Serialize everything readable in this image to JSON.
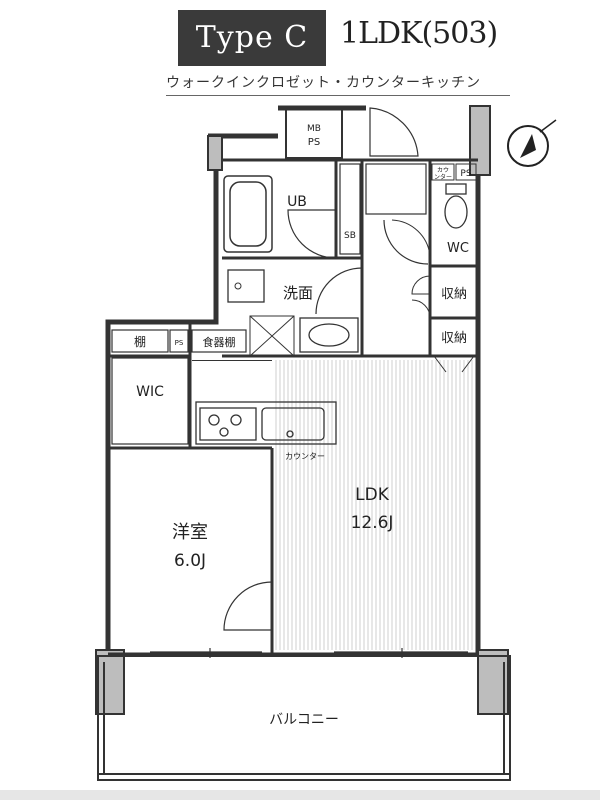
{
  "header": {
    "type_label": "Type C",
    "unit_label": "1LDK(503)",
    "subtitle": "ウォークインクロゼット・カウンターキッチン"
  },
  "rooms": {
    "mbps": [
      "MB",
      "PS"
    ],
    "ub": "UB",
    "sb": "SB",
    "wc": "WC",
    "counter_small": [
      "カウ",
      "ンター"
    ],
    "ps_top": "PS",
    "washroom": "洗面",
    "storage1": "収納",
    "storage2": "収納",
    "shelf": "棚",
    "ps_small": "PS",
    "dish_shelf": "食器棚",
    "wic": "WIC",
    "counter": "カウンター",
    "ldk_name": "LDK",
    "ldk_size": "12.6J",
    "western_name": "洋室",
    "western_size": "6.0J",
    "balcony": "バルコニー"
  }
}
